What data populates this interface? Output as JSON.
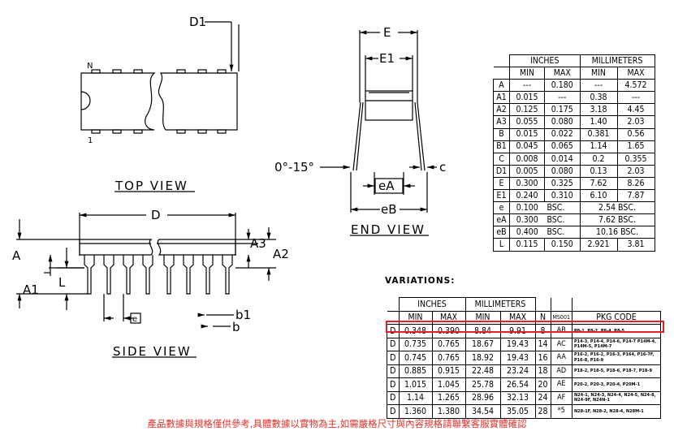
{
  "labels": {
    "D1": "D1",
    "N": "N",
    "one": "1",
    "top_view": "TOP VIEW",
    "E": "E",
    "E1": "E1",
    "angle": "0°-15°",
    "c": "c",
    "eA": "eA",
    "eB": "eB",
    "end_view": "END VIEW",
    "D": "D",
    "A": "A",
    "A3": "A3",
    "A2": "A2",
    "L": "L",
    "A1": "A1",
    "e": "e",
    "b1": "b1",
    "b": "b",
    "side_view": "SIDE VIEW"
  },
  "dimensions_table": {
    "group_headers": [
      "INCHES",
      "MILLIMETERS"
    ],
    "sub_headers": [
      "MIN",
      "MAX",
      "MIN",
      "MAX"
    ],
    "rows": [
      {
        "sym": "A",
        "in_min": "---",
        "in_max": "0.180",
        "mm_min": "---",
        "mm_max": "4.572"
      },
      {
        "sym": "A1",
        "in_min": "0.015",
        "in_max": "---",
        "mm_min": "0.38",
        "mm_max": "---"
      },
      {
        "sym": "A2",
        "in_min": "0.125",
        "in_max": "0.175",
        "mm_min": "3.18",
        "mm_max": "4.45"
      },
      {
        "sym": "A3",
        "in_min": "0.055",
        "in_max": "0.080",
        "mm_min": "1.40",
        "mm_max": "2.03"
      },
      {
        "sym": "B",
        "in_min": "0.015",
        "in_max": "0.022",
        "mm_min": "0.381",
        "mm_max": "0.56"
      },
      {
        "sym": "B1",
        "in_min": "0.045",
        "in_max": "0.065",
        "mm_min": "1.14",
        "mm_max": "1.65"
      },
      {
        "sym": "C",
        "in_min": "0.008",
        "in_max": "0.014",
        "mm_min": "0.2",
        "mm_max": "0.355"
      },
      {
        "sym": "D1",
        "in_min": "0.005",
        "in_max": "0.080",
        "mm_min": "0.13",
        "mm_max": "2.03"
      },
      {
        "sym": "E",
        "in_min": "0.300",
        "in_max": "0.325",
        "mm_min": "7.62",
        "mm_max": "8.26"
      },
      {
        "sym": "E1",
        "in_min": "0.240",
        "in_max": "0.310",
        "mm_min": "6.10",
        "mm_max": "7.87"
      }
    ],
    "bsc_rows": [
      {
        "sym": "e",
        "inch": "0.100",
        "inch_tag": "BSC.",
        "mm": "2.54 BSC."
      },
      {
        "sym": "eA",
        "inch": "0.300",
        "inch_tag": "BSC.",
        "mm": "7.62 BSC."
      },
      {
        "sym": "eB",
        "inch": "0.400",
        "inch_tag": "BSC.",
        "mm": "10.16 BSC."
      }
    ],
    "last_row": {
      "sym": "L",
      "in_min": "0.115",
      "in_max": "0.150",
      "mm_min": "2.921",
      "mm_max": "3.81"
    }
  },
  "variations": {
    "title": "VARIATIONS:",
    "group_headers": [
      "INCHES",
      "MILLIMETERS"
    ],
    "sub_headers": [
      "MIN",
      "MAX",
      "MIN",
      "MAX",
      "N",
      "MS001",
      "PKG CODE"
    ],
    "highlight_color": "#e0202a",
    "rows": [
      {
        "sym": "D",
        "in_min": "0.348",
        "in_max": "0.390",
        "mm_min": "8.84",
        "mm_max": "9.91",
        "n": "8",
        "ms": "AB",
        "pkg": "P8-1, P8-2, P8-4, P8-5"
      },
      {
        "sym": "D",
        "in_min": "0.735",
        "in_max": "0.765",
        "mm_min": "18.67",
        "mm_max": "19.43",
        "n": "14",
        "ms": "AC",
        "pkg": "P14-3, P14-4, P14-6, P14-7 P14M-4, P14M-5, P14M-7"
      },
      {
        "sym": "D",
        "in_min": "0.745",
        "in_max": "0.765",
        "mm_min": "18.92",
        "mm_max": "19.43",
        "n": "16",
        "ms": "AA",
        "pkg": "P16-2, P16-2, P16-3, P164, P16-7F, P16-8, P16-9"
      },
      {
        "sym": "D",
        "in_min": "0.885",
        "in_max": "0.915",
        "mm_min": "22.48",
        "mm_max": "23.24",
        "n": "18",
        "ms": "AD",
        "pkg": "P18-2, P18-5, P18-6, P18-7, P18-9"
      },
      {
        "sym": "D",
        "in_min": "1.015",
        "in_max": "1.045",
        "mm_min": "25.78",
        "mm_max": "26.54",
        "n": "20",
        "ms": "AE",
        "pkg": "P20-2, P20-3, P20-4, P20M-1"
      },
      {
        "sym": "D",
        "in_min": "1.14",
        "in_max": "1.265",
        "mm_min": "28.96",
        "mm_max": "32.13",
        "n": "24",
        "ms": "AF",
        "pkg": "N24-1, N24-3, N24-4, N24-5, N24-8, N24-9F, N24N-1"
      },
      {
        "sym": "D",
        "in_min": "1.360",
        "in_max": "1.380",
        "mm_min": "34.54",
        "mm_max": "35.05",
        "n": "28",
        "ms": "*5",
        "pkg": "N28-1F, N28-2, N28-4, N28M-1"
      }
    ]
  },
  "footer": "產品數據與規格僅供參考,具體數據以實物為主,如需嚴格尺寸與內容規格請聯繫客服實體確認",
  "colors": {
    "line": "#000000",
    "footer": "#e0302a"
  }
}
